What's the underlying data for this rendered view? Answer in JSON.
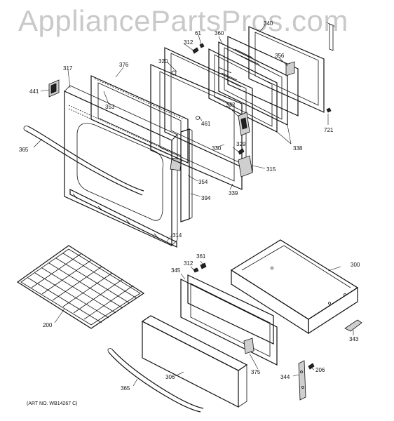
{
  "watermark": "AppliancePartsPros.com",
  "art_number": "(ART NO. WB14267 C)",
  "callouts": {
    "c317": "317",
    "c441": "441",
    "c376": "376",
    "c353": "353",
    "c365a": "365",
    "c312a": "312",
    "c61": "61",
    "c320": "320",
    "c360": "360",
    "c340": "340",
    "c356": "356",
    "c332": "332",
    "c461": "461",
    "c330": "330",
    "c329": "329",
    "c315": "315",
    "c338": "338",
    "c721": "721",
    "c354": "354",
    "c394": "394",
    "c339": "339",
    "c314": "314",
    "c361": "361",
    "c312b": "312",
    "c345": "345",
    "c300": "300",
    "c200": "200",
    "c343": "343",
    "c306": "306",
    "c375": "375",
    "c206": "206",
    "c344": "344",
    "c365b": "365"
  }
}
